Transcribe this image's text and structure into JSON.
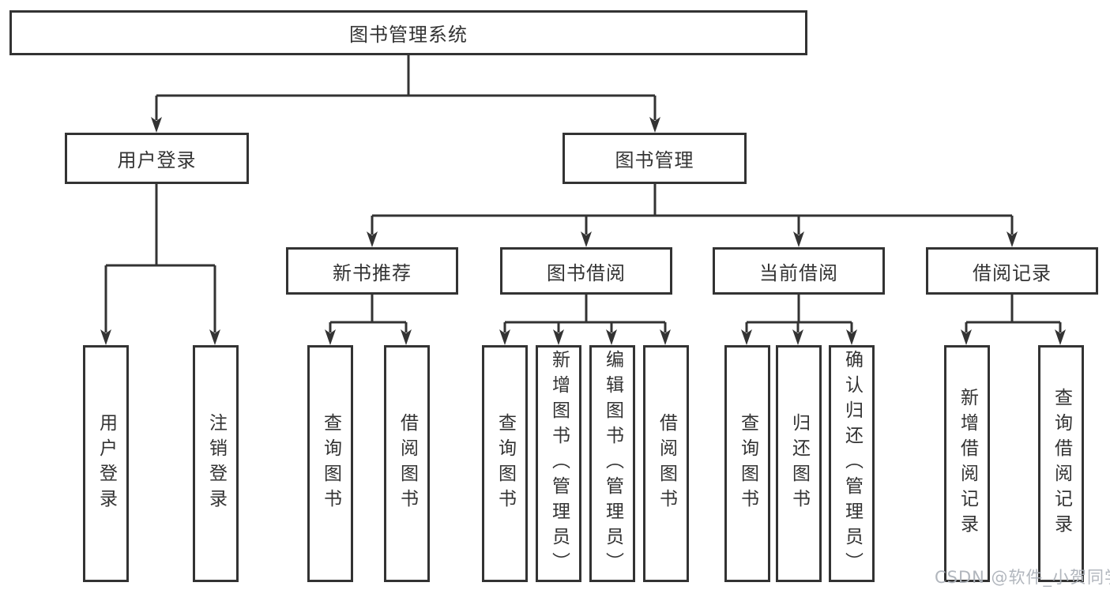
{
  "diagram_type": "hierarchy-tree",
  "colors": {
    "line": "#333333",
    "box_border": "#333333",
    "box_fill": "#ffffff",
    "text": "#333333",
    "background": "#ffffff",
    "watermark": "#adb2b9"
  },
  "root": {
    "label": "图书管理系统",
    "children": [
      {
        "label": "用户登录",
        "children": [
          {
            "label": "用户登录"
          },
          {
            "label": "注销登录"
          }
        ]
      },
      {
        "label": "图书管理",
        "children": [
          {
            "label": "新书推荐",
            "children": [
              {
                "label": "查询图书"
              },
              {
                "label": "借阅图书"
              }
            ]
          },
          {
            "label": "图书借阅",
            "children": [
              {
                "label": "查询图书"
              },
              {
                "label": "新增图书（管理员）"
              },
              {
                "label": "编辑图书（管理员）"
              },
              {
                "label": "借阅图书"
              }
            ]
          },
          {
            "label": "当前借阅",
            "children": [
              {
                "label": "查询图书"
              },
              {
                "label": "归还图书"
              },
              {
                "label": "确认归还（管理员）"
              }
            ]
          },
          {
            "label": "借阅记录",
            "children": [
              {
                "label": "新增借阅记录"
              },
              {
                "label": "查询借阅记录"
              }
            ]
          }
        ]
      }
    ]
  },
  "watermark": "CSDN @软件_小贺同学"
}
